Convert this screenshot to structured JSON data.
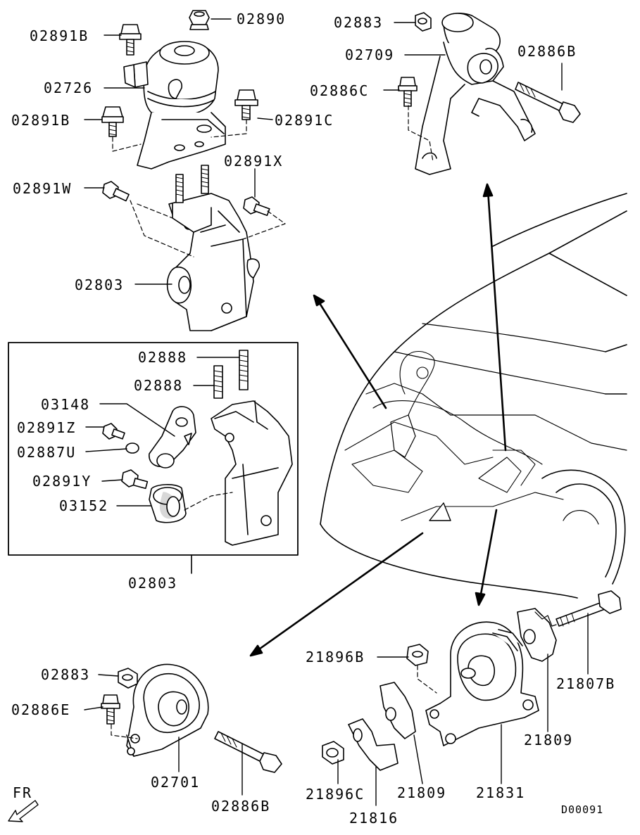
{
  "diagram": {
    "labels": {
      "p02890": "02890",
      "p02891B_top": "02891B",
      "p02726": "02726",
      "p02891B_mid": "02891B",
      "p02891C": "02891C",
      "p02891X": "02891X",
      "p02891W": "02891W",
      "p02803_top": "02803",
      "p02883_top": "02883",
      "p02709": "02709",
      "p02886B_top": "02886B",
      "p02886C": "02886C",
      "p02888_a": "02888",
      "p02888_b": "02888",
      "p03148": "03148",
      "p02891Z": "02891Z",
      "p02887U": "02887U",
      "p02891Y": "02891Y",
      "p03152": "03152",
      "p02803_box": "02803",
      "p02883_bot": "02883",
      "p02886E": "02886E",
      "p02701": "02701",
      "p02886B_bot": "02886B",
      "p21896B": "21896B",
      "p21807B": "21807B",
      "p21809_right": "21809",
      "p21896C": "21896C",
      "p21809_mid": "21809",
      "p21831": "21831",
      "p21816": "21816",
      "fr": "FR",
      "code": "D00091"
    }
  }
}
